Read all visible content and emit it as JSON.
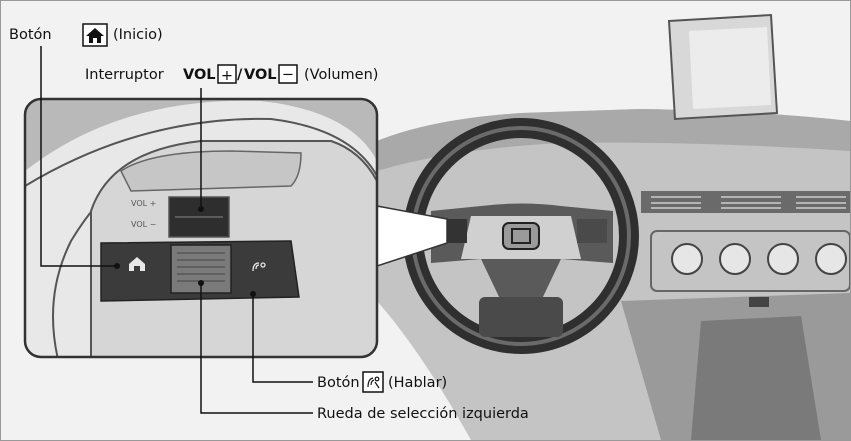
{
  "callouts": {
    "home": {
      "prefix": "Botón",
      "suffix": "(Inicio)",
      "icon": "home-icon"
    },
    "volume": {
      "prefix": "Interruptor",
      "vol1": "VOL",
      "plus": "+",
      "slash": "/",
      "vol2": "VOL",
      "minus": "−",
      "suffix": "(Volumen)"
    },
    "talk": {
      "prefix": "Botón",
      "suffix": "(Hablar)",
      "icon": "talk-icon"
    },
    "wheel": {
      "text": "Rueda de selección izquierda"
    }
  },
  "switch_labels": {
    "vol_plus": "VOL +",
    "vol_minus": "VOL −"
  },
  "colors": {
    "background": "#f2f2f2",
    "dashboard": "#b8b8b8",
    "dark": "#3a3a3a",
    "leader": "#111111"
  }
}
